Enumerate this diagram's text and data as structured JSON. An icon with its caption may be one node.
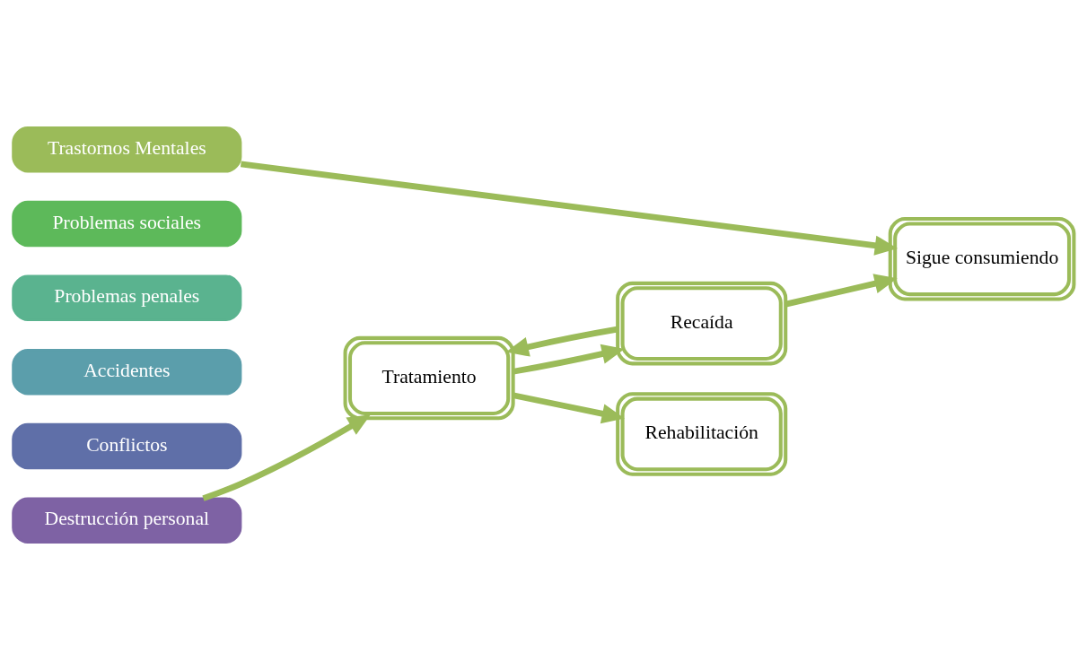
{
  "diagram": {
    "nodes": [
      {
        "text": [
          "Trastornos Mentales"
        ]
      },
      {
        "text": [
          "Problemas sociales"
        ]
      },
      {
        "text": [
          "Problemas penales"
        ]
      },
      {
        "text": [
          "Accidentes"
        ]
      },
      {
        "text": [
          "Conflictos"
        ]
      },
      {
        "text": [
          "Destrucción personal"
        ]
      },
      {
        "text": [
          "Sigue consumiendo"
        ]
      },
      {
        "text": [
          "Recaída"
        ]
      },
      {
        "text": [
          "Tratamiento"
        ]
      },
      {
        "text": [
          "Rehabilitación"
        ]
      }
    ],
    "edges": [
      {
        "from": 0,
        "to": 6,
        "arrow": "to"
      },
      {
        "from": 7,
        "to": 6,
        "arrow": "to"
      },
      {
        "from": 7,
        "to": 8,
        "arrow": "to"
      },
      {
        "from": 5,
        "to": 8,
        "arrow": "to"
      },
      {
        "from": 8,
        "to": 7,
        "arrow": "to"
      },
      {
        "from": 8,
        "to": 9,
        "arrow": "to"
      }
    ]
  }
}
